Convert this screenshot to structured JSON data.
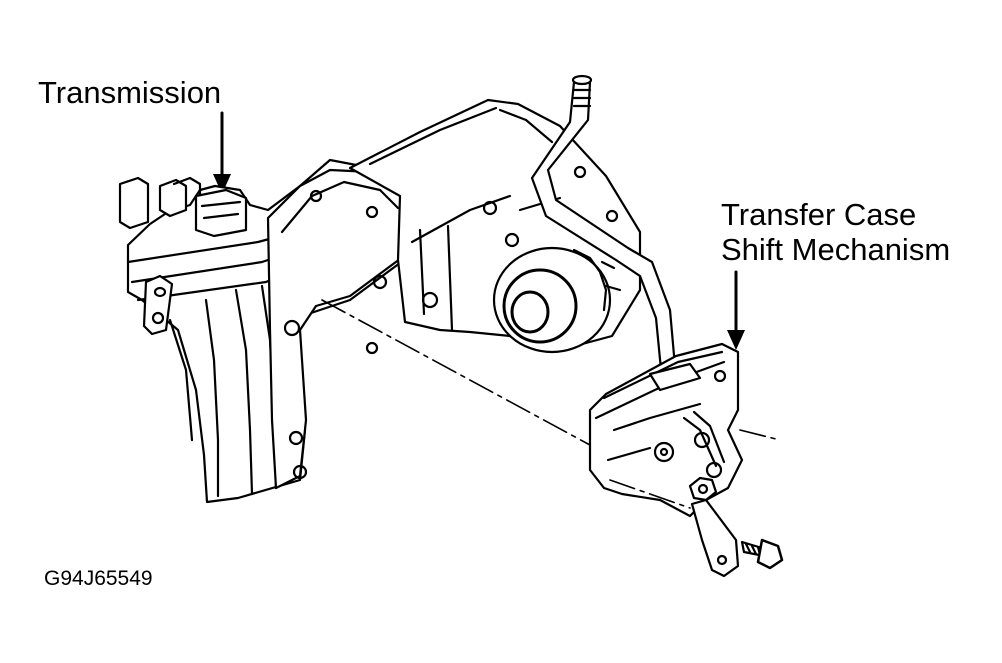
{
  "labels": {
    "transmission": "Transmission",
    "transfer_case_line1": "Transfer Case",
    "transfer_case_line2": "Shift Mechanism",
    "figure_code": "G94J65549"
  },
  "colors": {
    "ink": "#000000",
    "paper": "#ffffff"
  }
}
